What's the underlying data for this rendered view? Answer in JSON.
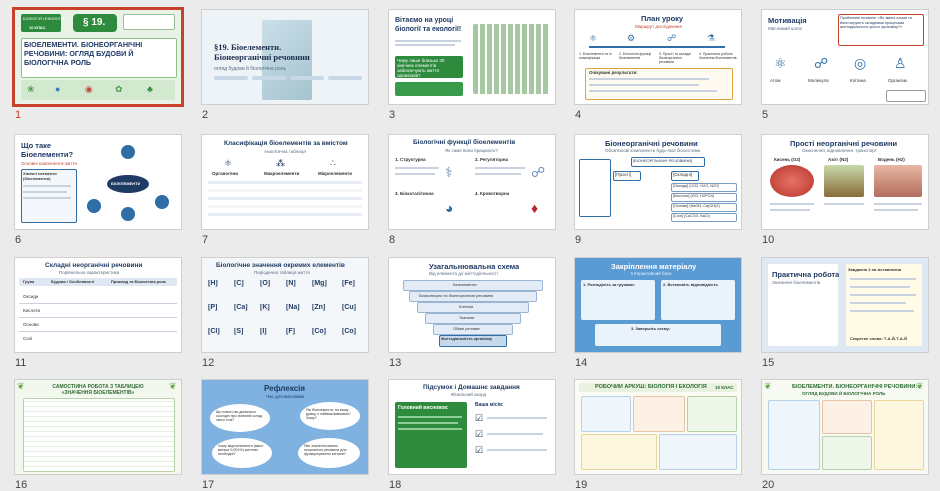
{
  "slides": [
    {
      "number": "1",
      "selected": true,
      "title": "БІОЕЛЕМЕНТИ. БІОНЕОРГАНІЧНІ РЕЧОВИНИ: ОГЛЯД БУДОВИ Й БІОЛОГІЧНА РОЛЬ",
      "badge": "§ 19.",
      "tag": "БІОЛОГІЯ І ЕКОЛОГІЯ",
      "grade": "10 КЛАС"
    },
    {
      "number": "2",
      "title": "§19. Біоелементи. Біонеорганічні речовини",
      "subtitle": "огляд будови й біологічна роль"
    },
    {
      "number": "3",
      "title": "Вітаємо на уроці біології та екології!",
      "note": "Чому лише близько 30 хімічних елементів забезпечують життя організмів?"
    },
    {
      "number": "4",
      "title": "План уроку",
      "subtitle": "Маршрут дослідження",
      "steps": [
        "1. Біоелементи та їх класифікація",
        "2. Біологічні функції біоелементів",
        "3. Прості та складні біонеорганічні речовини",
        "4. Практична робота: Значення біоелементів"
      ],
      "results_title": "Очікувані результати:"
    },
    {
      "number": "5",
      "title": "Мотивація",
      "subtitle": "Мислимий шлях",
      "question": "Проблемне питання: «Як змінні атоми та йони керують складними процесами життєдіяльності цілого організму?»",
      "chain": [
        "Атом",
        "Молекула",
        "Клітина",
        "Організм"
      ]
    },
    {
      "number": "6",
      "title": "Що таке Біоелементи?",
      "subtitle": "Основні компоненти життя",
      "center": "БІОЕЛЕМЕНТИ",
      "def_title": "Хімічні елементи (біоелементи)"
    },
    {
      "number": "7",
      "title": "Класифікація біоелементів за вмістом",
      "subtitle": "Аналітична таблиця",
      "cols": [
        "Органогени",
        "Макроелементи",
        "Мікроелементи"
      ]
    },
    {
      "number": "8",
      "title": "Біологічні функції біоелементів",
      "subtitle": "Як саме вони працюють?",
      "items": [
        "1. Структурна",
        "2. Регуляторна",
        "3. Біокаталітична",
        "4. Кровотворна"
      ]
    },
    {
      "number": "9",
      "title": "Біонеорганічні речовини",
      "subtitle": "Обов'язкові компоненти будь-якої біосистеми",
      "root": "[БІОНЕОРГАНІЧНІ РЕЧОВИНИ]",
      "branches": [
        "[Прості]",
        "[Складні]"
      ],
      "leaves": [
        "[Оксиди] (CO2, H2O, N2O)",
        "[Кислоти] (HCl, H2PO4)",
        "[Основи] (NaOH, Ca(OH)2)",
        "[Солі] (CaCO3, NaCl)"
      ]
    },
    {
      "number": "10",
      "title": "Прості неорганічні речовини",
      "subtitle": "Окиснення, відновлення, транспорт",
      "cols": [
        "Кисень (O2)",
        "Азот (N2)",
        "Водень (H2)"
      ]
    },
    {
      "number": "11",
      "title": "Складні неорганічні речовини",
      "subtitle": "Порівняльна характеристика",
      "headers": [
        "Група",
        "Будова / Особливості",
        "Приклад та Біологічна роль"
      ],
      "groups": [
        "Оксиди",
        "Кислоти",
        "Основи",
        "Солі"
      ]
    },
    {
      "number": "12",
      "title": "Біологічне значення окремих елементів",
      "subtitle": "Періодична таблиця життя",
      "elements": [
        "[H]",
        "[C]",
        "[O]",
        "[N]",
        "[Mg]",
        "[Fe]",
        "[P]",
        "[Ca]",
        "[K]",
        "[Na]",
        "[Zn]",
        "[Cu]",
        "[Cl]",
        "[S]",
        "[I]",
        "[F]",
        "[Co]",
        "[Co]"
      ]
    },
    {
      "number": "13",
      "title": "Узагальнювальна схема",
      "subtitle": "Від елемента до життєдіяльності",
      "layers": [
        "Біоелементи",
        "Біомолекули та біонеорганічні речовини",
        "Клітини",
        "Тканини",
        "Обмін речовин",
        "Життєдіяльність організму"
      ]
    },
    {
      "number": "14",
      "title": "Закріплення матеріалу",
      "subtitle": "Інтерактивний блок",
      "tasks": [
        "1. Розподіліть за групами:",
        "2. Встановіть відповідність",
        "3. Завершіть схему:"
      ]
    },
    {
      "number": "15",
      "title": "Практична робота",
      "subtitle": "Значення біоелементів",
      "task_title": "Завдання 2 на зіставлення",
      "answer": "Секретне слово: Т-А-Й-Т-А-Й"
    },
    {
      "number": "16",
      "title": "САМОСТІЙНА РОБОТА З ТАБЛИЦЕЮ «ЗНАЧЕННЯ БІОЕЛЕМЕНТІВ»"
    },
    {
      "number": "17",
      "title": "Рефлексія",
      "subtitle": "Час для висновків",
      "questions": [
        "Що нового ви дізналися сьогодні про хімічний склад свого тіла?",
        "Які біоелементи, на вашу думку, є найважливішими? Чому?",
        "Чому мікроелементи (вміст менше 0,001%) життєво необхідні?",
        "Яке значення мають неорганічні речовини для функціонування клітини?"
      ]
    },
    {
      "number": "18",
      "title": "Підсумок і Домашнє завдання",
      "subtitle": "Фінальний акорд",
      "card_title": "Головний висновок:",
      "mission": "Ваша місія:"
    },
    {
      "number": "19",
      "title": "РОБОЧИЙ АРКУШ: БІОЛОГІЯ І ЕКОЛОГІЯ",
      "grade": "10 КЛАС"
    },
    {
      "number": "20",
      "title": "БІОЕЛЕМЕНТИ. БІОНЕОРГАНІЧНІ РЕЧОВИНИ:",
      "subtitle": "ОГЛЯД БУДОВИ Й БІОЛОГІЧНА РОЛЬ"
    }
  ],
  "colors": {
    "selection": "#c8412b",
    "navy": "#1f3b63",
    "green": "#2e8b3e",
    "blue": "#2f6ea6"
  }
}
